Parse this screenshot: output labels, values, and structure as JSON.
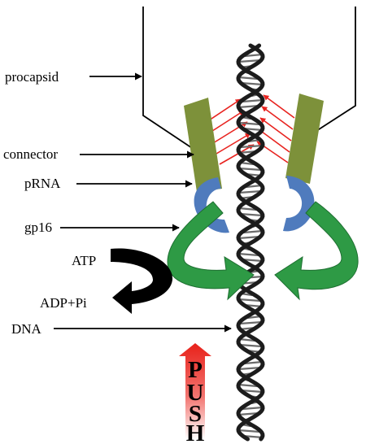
{
  "labels": {
    "procapsid": "procapsid",
    "connector": "connector",
    "prna": "pRNA",
    "gp16": "gp16",
    "atp": "ATP",
    "adp": "ADP+Pi",
    "dna": "DNA"
  },
  "push": [
    "P",
    "U",
    "S",
    "H"
  ],
  "colors": {
    "connector": "#7d913a",
    "prna": "#4f7bbd",
    "gp16": "#2e9a45",
    "red_arrows": "#e8231f",
    "push_arrow_top": "#e8211a",
    "push_arrow_bottom": "#ffffff",
    "dna_backbone": "#1c1c1c"
  },
  "icons": [
    "dna-double-helix",
    "connector-plates",
    "prna-arcs",
    "gp16-curved-arrows",
    "atp-hydrolysis-arrow",
    "push-arrow"
  ]
}
